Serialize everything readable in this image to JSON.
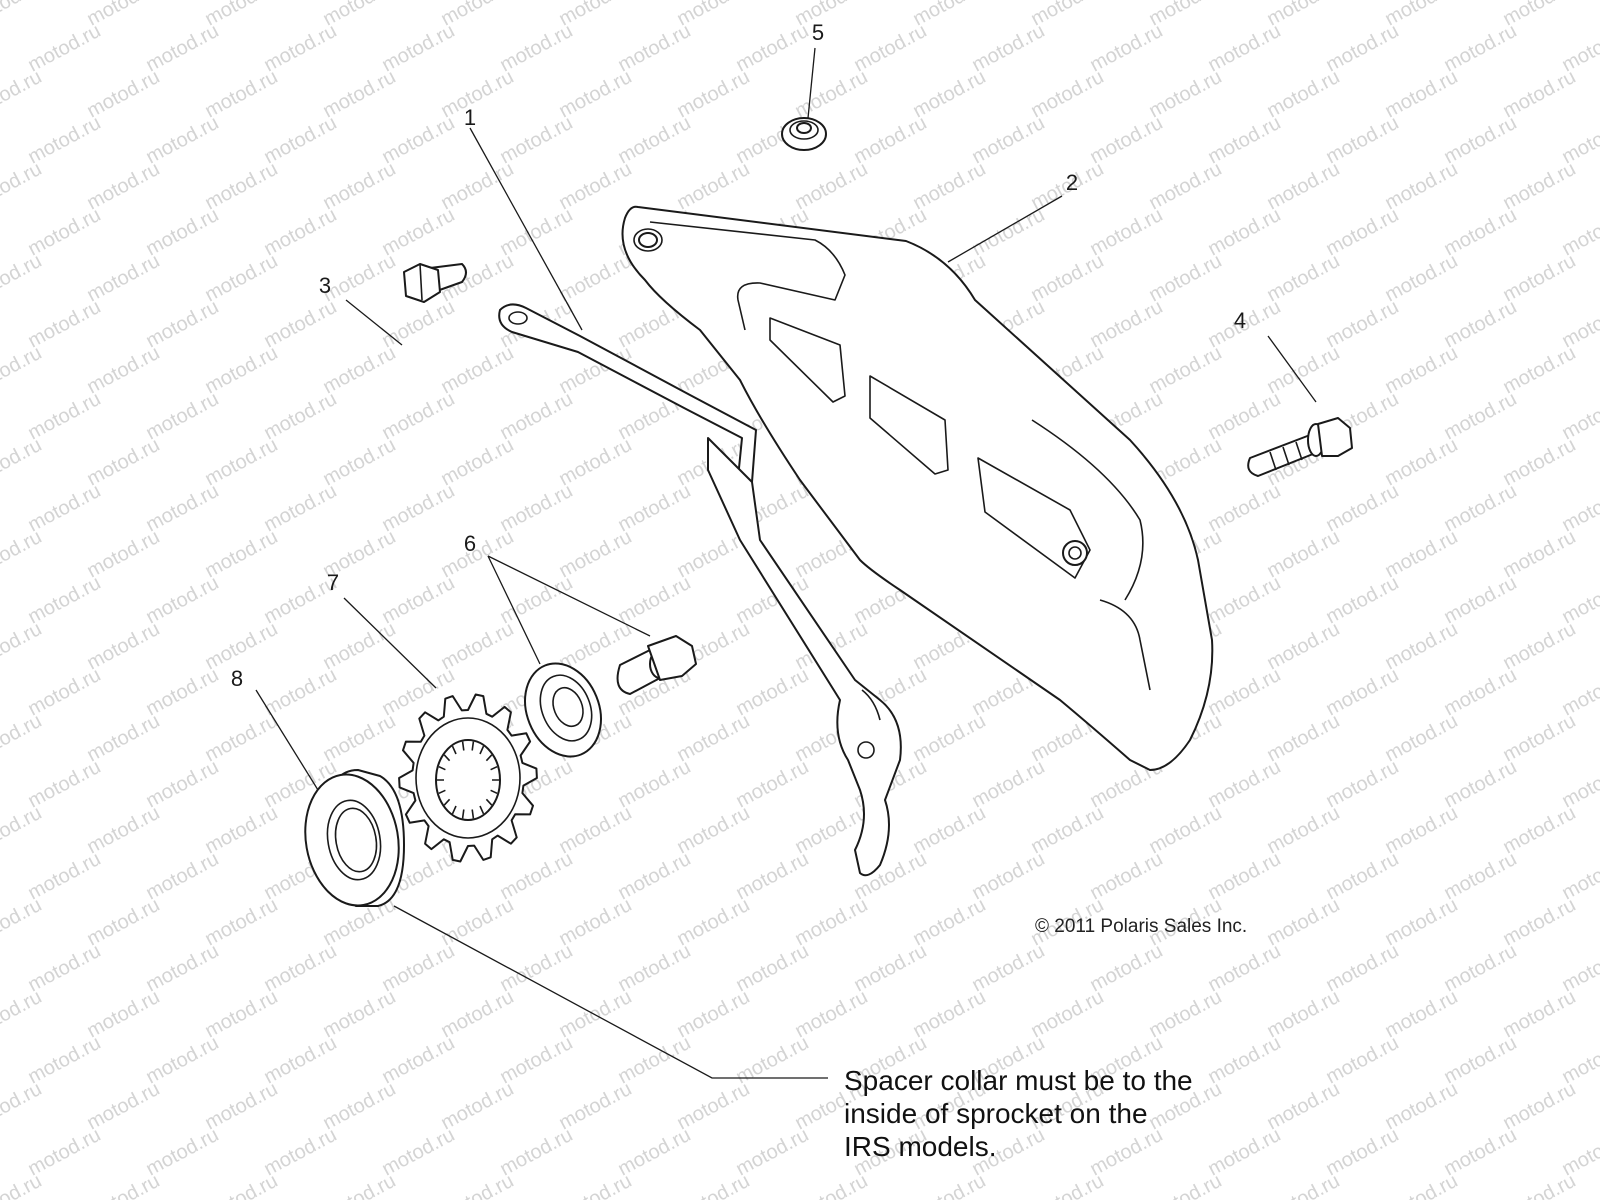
{
  "diagram": {
    "callouts": [
      "1",
      "2",
      "3",
      "4",
      "5",
      "6",
      "7",
      "8"
    ],
    "note": {
      "lines": [
        "Spacer collar must be to the",
        "inside of sprocket on the",
        "IRS models."
      ]
    },
    "copyright": "© 2011 Polaris Sales Inc.",
    "watermark": "motod.ru"
  }
}
